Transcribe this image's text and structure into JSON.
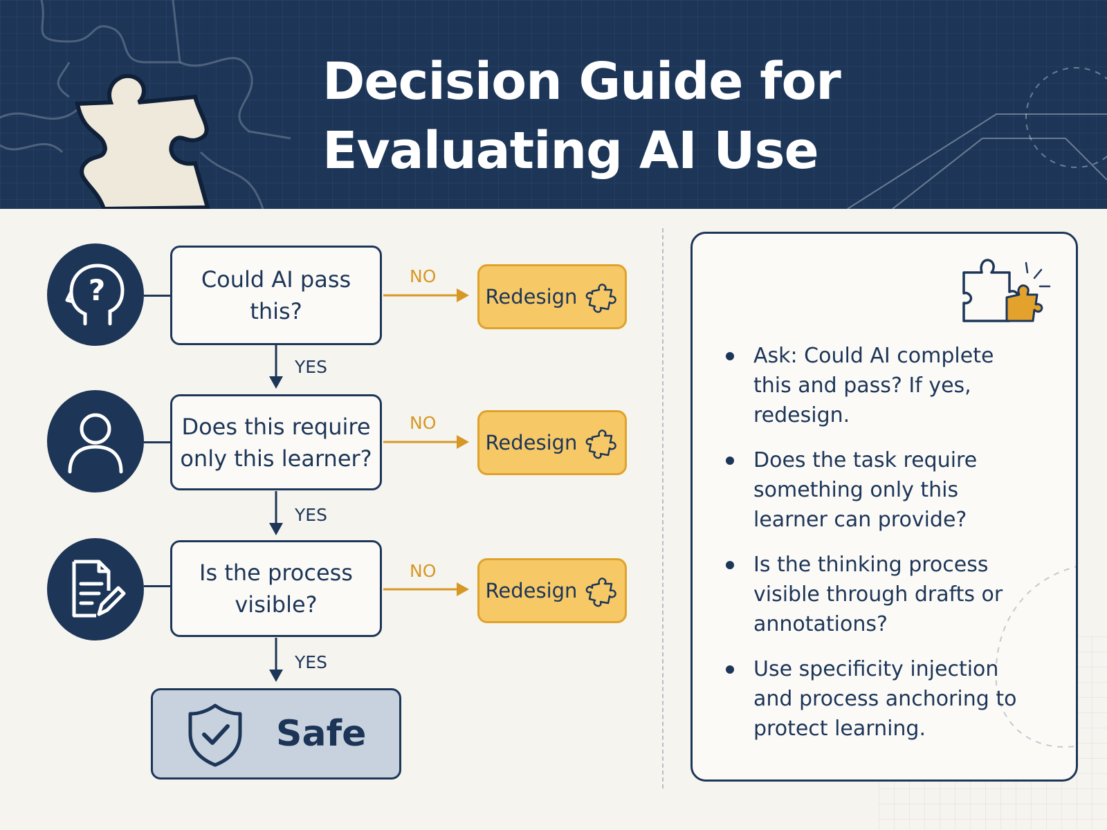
{
  "header": {
    "title_line1": "Decision Guide for",
    "title_line2": "Evaluating AI Use"
  },
  "flow": {
    "steps": [
      {
        "icon": "head-question-icon",
        "question": "Could AI pass this?",
        "no_label": "NO",
        "yes_label": "YES",
        "outcome": "Redesign"
      },
      {
        "icon": "person-icon",
        "question": "Does this require only this learner?",
        "no_label": "NO",
        "yes_label": "YES",
        "outcome": "Redesign"
      },
      {
        "icon": "document-pen-icon",
        "question": "Is the process visible?",
        "no_label": "NO",
        "yes_label": "YES",
        "outcome": "Redesign"
      }
    ],
    "final": {
      "icon": "shield-check-icon",
      "label": "Safe"
    }
  },
  "panel": {
    "icon": "puzzle-pieces-icon",
    "bullets": [
      "Ask: Could AI complete this and pass? If yes, redesign.",
      "Does the task require something only this learner can provide?",
      "Is the thinking process visible through drafts or annotations?",
      "Use specificity injection and process anchoring to protect learning."
    ]
  },
  "colors": {
    "navy": "#1d3658",
    "gold": "#f6c866",
    "gold_border": "#dfa22c",
    "safe_fill": "#c7d2de",
    "background": "#f6f4ef"
  }
}
